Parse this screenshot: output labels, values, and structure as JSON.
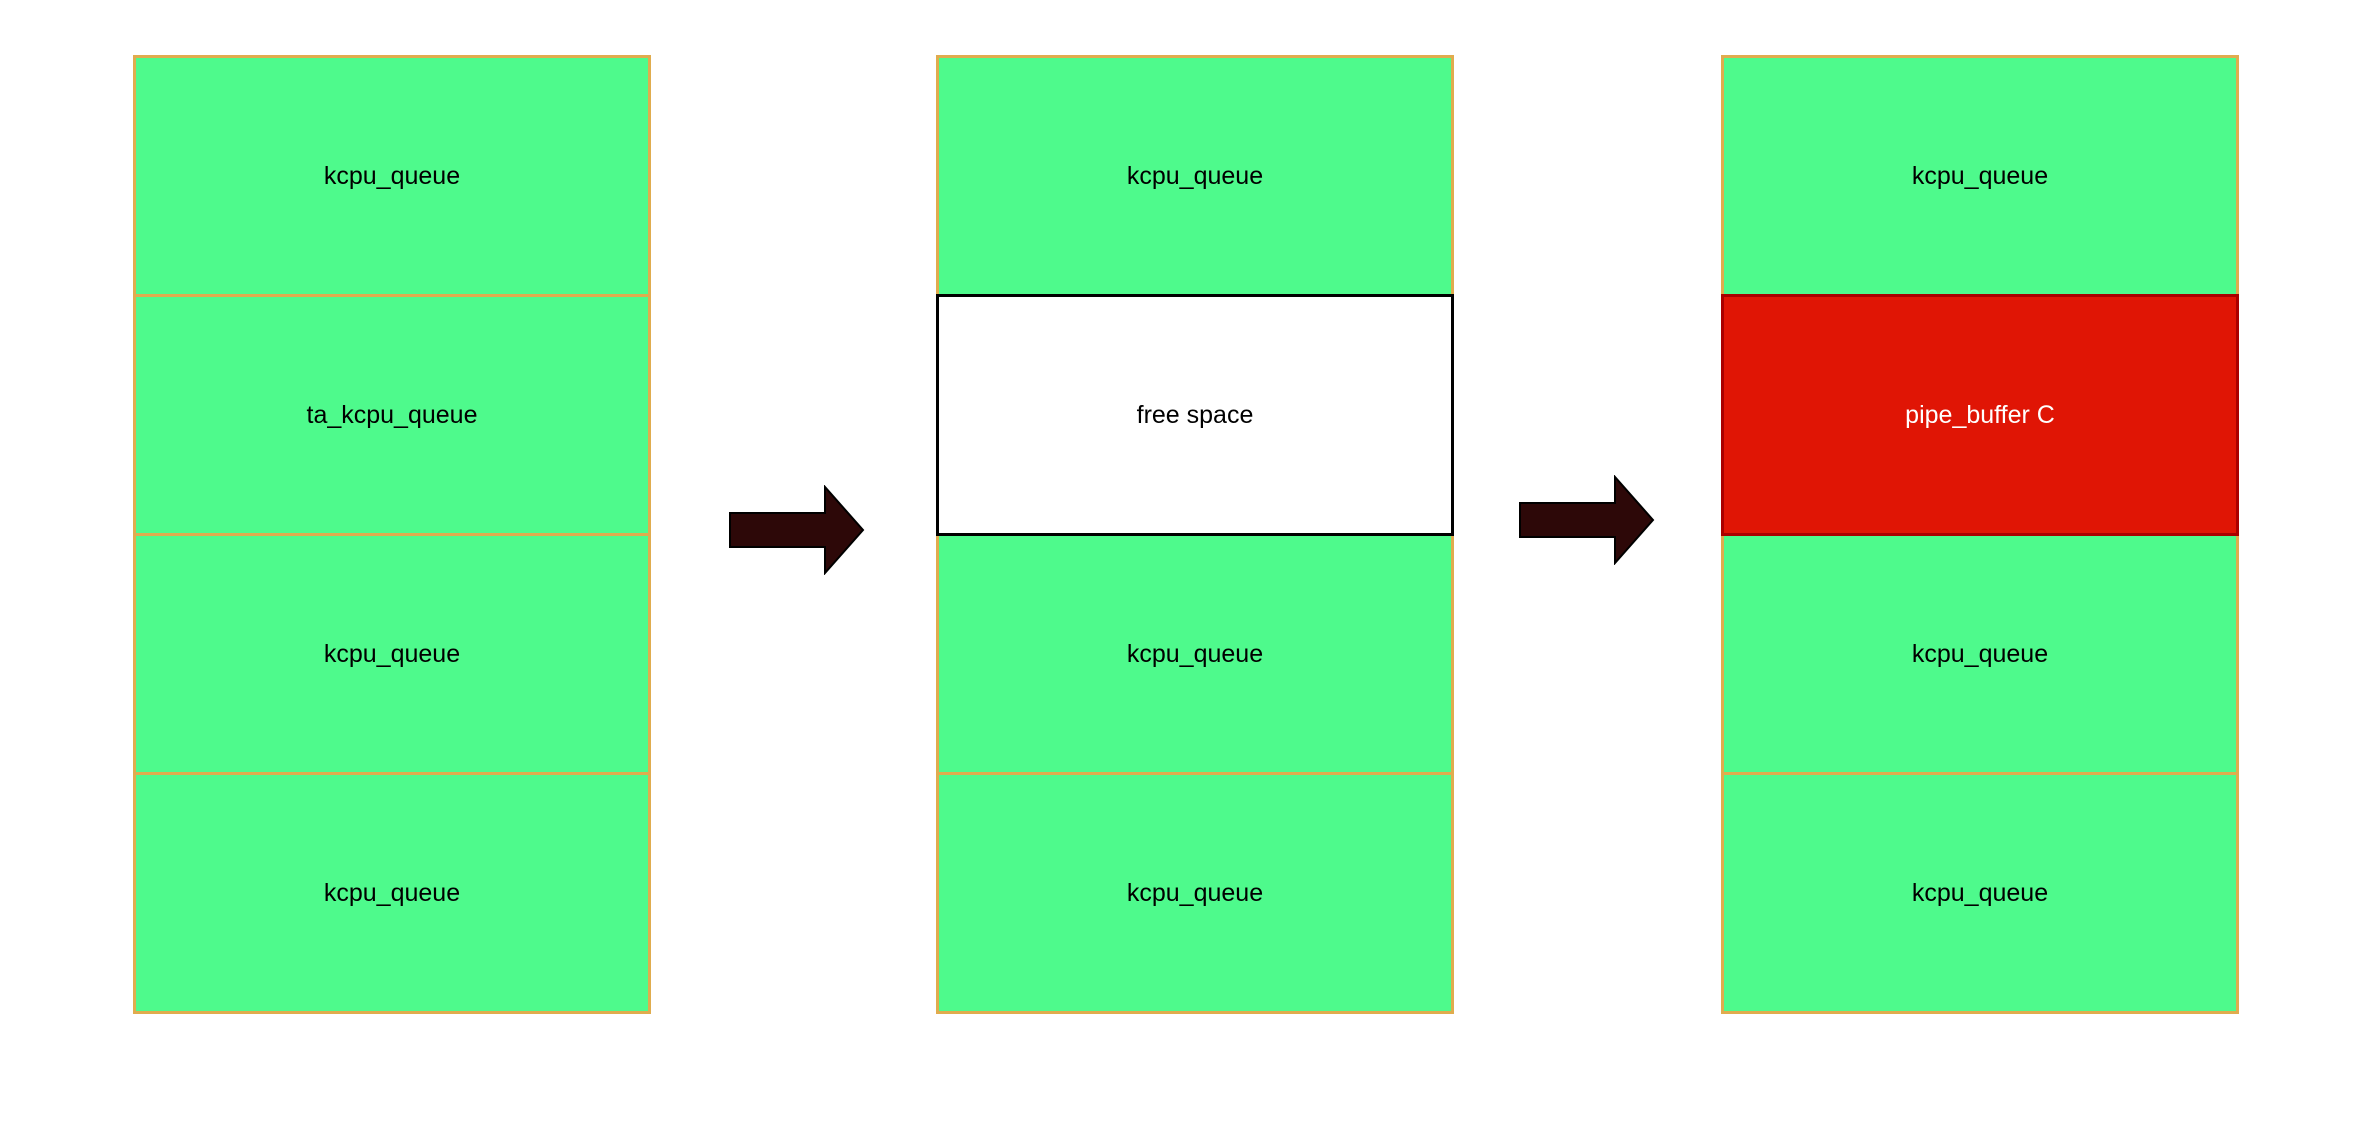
{
  "diagram": {
    "description": "heap-memory-grooming-diagram",
    "colors": {
      "background": "#FFFFFF",
      "queue_fill": "#4EFA8C",
      "queue_border": "#E0AC4E",
      "free_fill": "#FFFFFF",
      "free_border": "#000000",
      "buffer_fill": "#E01505",
      "buffer_border": "#AA0000",
      "buffer_text": "#FFFFFF",
      "arrow_fill": "#2D0808",
      "label_text": "#000000"
    },
    "columns": [
      {
        "name": "initial-state",
        "cells": [
          {
            "label": "kcpu_queue",
            "type": "queue"
          },
          {
            "label": "ta_kcpu_queue",
            "type": "queue"
          },
          {
            "label": "kcpu_queue",
            "type": "queue"
          },
          {
            "label": "kcpu_queue",
            "type": "queue"
          }
        ]
      },
      {
        "name": "after-free",
        "cells": [
          {
            "label": "kcpu_queue",
            "type": "queue"
          },
          {
            "label": "free space",
            "type": "free"
          },
          {
            "label": "kcpu_queue",
            "type": "queue"
          },
          {
            "label": "kcpu_queue",
            "type": "queue"
          }
        ]
      },
      {
        "name": "after-reallocation",
        "cells": [
          {
            "label": "kcpu_queue",
            "type": "queue"
          },
          {
            "label": "pipe_buffer C",
            "type": "buffer"
          },
          {
            "label": "kcpu_queue",
            "type": "queue"
          },
          {
            "label": "kcpu_queue",
            "type": "queue"
          }
        ]
      }
    ],
    "arrows": [
      {
        "name": "step-1-arrow",
        "direction": "right"
      },
      {
        "name": "step-2-arrow",
        "direction": "right"
      }
    ]
  }
}
